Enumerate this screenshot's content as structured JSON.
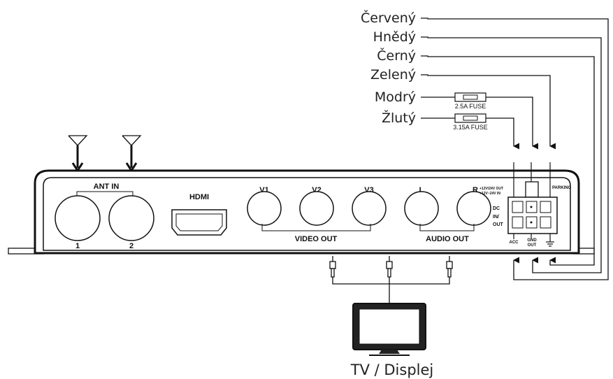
{
  "wires": [
    {
      "label": "Červený"
    },
    {
      "label": "Hnědý"
    },
    {
      "label": "Černý"
    },
    {
      "label": "Zelený"
    },
    {
      "label": "Modrý"
    },
    {
      "label": "Žlutý"
    }
  ],
  "fuses": [
    {
      "label": "2.5A FUSE"
    },
    {
      "label": "3.15A FUSE"
    }
  ],
  "panel": {
    "ant_in": "ANT IN",
    "ant_1": "1",
    "ant_2": "2",
    "hdmi": "HDMI",
    "v1": "V1",
    "v2": "V2",
    "v3": "V3",
    "video_out": "VIDEO OUT",
    "audio_l": "L",
    "audio_r": "R",
    "audio_out": "AUDIO OUT",
    "dc": "DC",
    "in": "IN/",
    "out": "OUT",
    "parking": "PARKING",
    "volt_1": "+12V/24V OUT",
    "volt_2": "+12V~24V IN",
    "acc": "ACC",
    "gnd": "GND",
    "gnd_out": "OUT"
  },
  "caption": "TV / Displej"
}
